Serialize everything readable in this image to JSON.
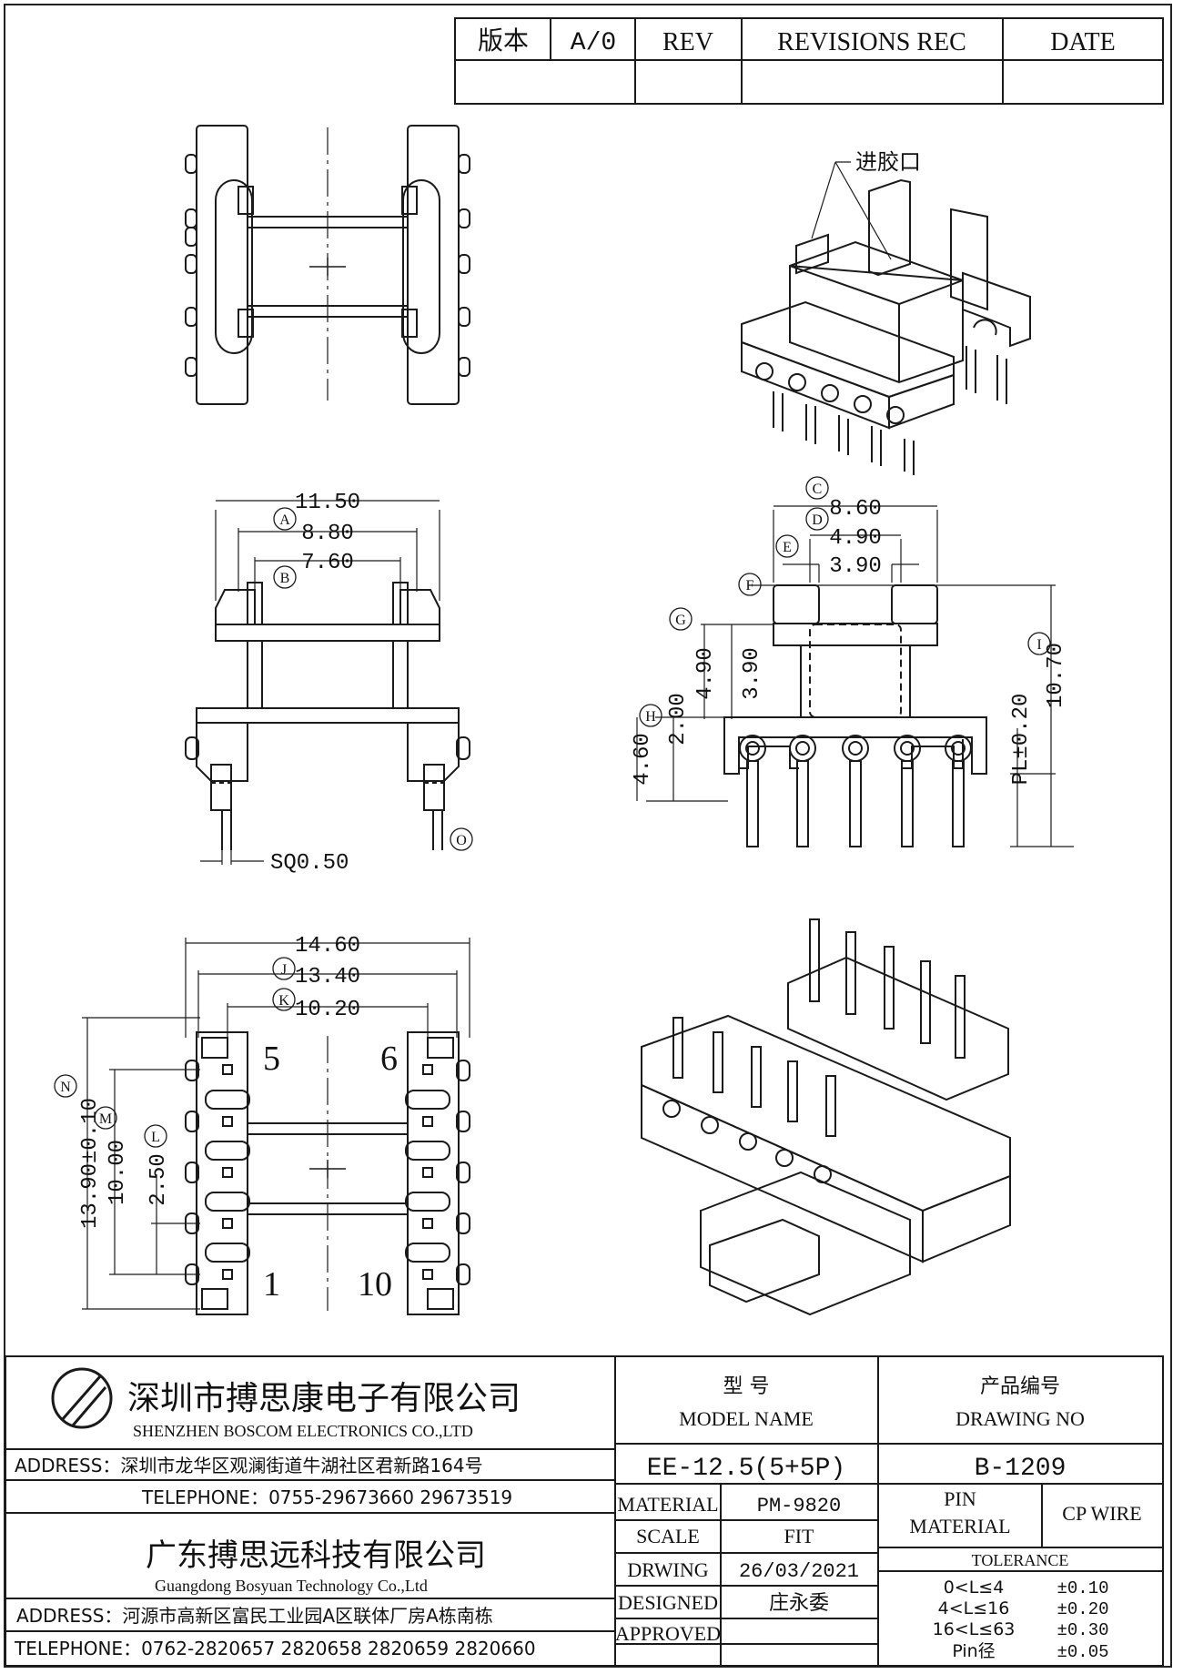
{
  "revision_table": {
    "version_label": "版本",
    "version_value": "A/0",
    "rev_label": "REV",
    "revisions_label": "REVISIONS REC",
    "date_label": "DATE"
  },
  "callouts": {
    "gate": "进胶口"
  },
  "dims": {
    "front": {
      "A_outer": "11.50",
      "A": "8.80",
      "B": "7.60",
      "O": "SQ0.50"
    },
    "side": {
      "C": "8.60",
      "D": "4.90",
      "E": "3.90",
      "G": "4.90",
      "g2": "3.90",
      "H": "2.00",
      "h2": "4.60",
      "PL": "PL±0.20",
      "I": "10.70"
    },
    "bottom": {
      "outer": "14.60",
      "J": "13.40",
      "K": "10.20",
      "N": "13.90±0.10",
      "M": "10.00",
      "L": "2.50"
    }
  },
  "letters": [
    "A",
    "B",
    "C",
    "D",
    "E",
    "F",
    "G",
    "H",
    "I",
    "J",
    "K",
    "L",
    "M",
    "N",
    "O"
  ],
  "pins": {
    "p5": "5",
    "p6": "6",
    "p1": "1",
    "p10": "10"
  },
  "company": {
    "name_cn": "深圳市搏思康电子有限公司",
    "name_en": "SHENZHEN BOSCOM ELECTRONICS CO.,LTD",
    "address1": "ADDRESS：深圳市龙华区观澜街道牛湖社区君新路164号",
    "telephone1": "TELEPHONE：0755-29673660 29673519",
    "name2_cn": "广东搏思远科技有限公司",
    "name2_en": "Guangdong Bosyuan Technology Co.,Ltd",
    "address2": "ADDRESS：河源市高新区富民工业园A区联体厂房A栋南栋",
    "telephone2": "TELEPHONE：0762-2820657 2820658 2820659 2820660"
  },
  "title_block": {
    "model_cn": "型    号",
    "model_en": "MODEL NAME",
    "drawing_cn": "产品编号",
    "drawing_en": "DRAWING NO",
    "model_value": "EE-12.5(5+5P)",
    "drawing_value": "B-1209",
    "material_label": "MATERIAL",
    "material_value": "PM-9820",
    "pin_material_label1": "PIN",
    "pin_material_label2": "MATERIAL",
    "pin_material_value": "CP WIRE",
    "scale_label": "SCALE",
    "scale_value": "FIT",
    "tolerance_label": "TOLERANCE",
    "drawing_label": "DRWING",
    "drawing_date": "26/03/2021",
    "designed_label": "DESIGNED",
    "designer": "庄永委",
    "approved_label": "APPROVED",
    "tolerances": [
      {
        "range": "0<L≤4",
        "value": "±0.10"
      },
      {
        "range": "4<L≤16",
        "value": "±0.20"
      },
      {
        "range": "16<L≤63",
        "value": "±0.30"
      },
      {
        "range": "Pin径",
        "value": "±0.05"
      }
    ]
  }
}
